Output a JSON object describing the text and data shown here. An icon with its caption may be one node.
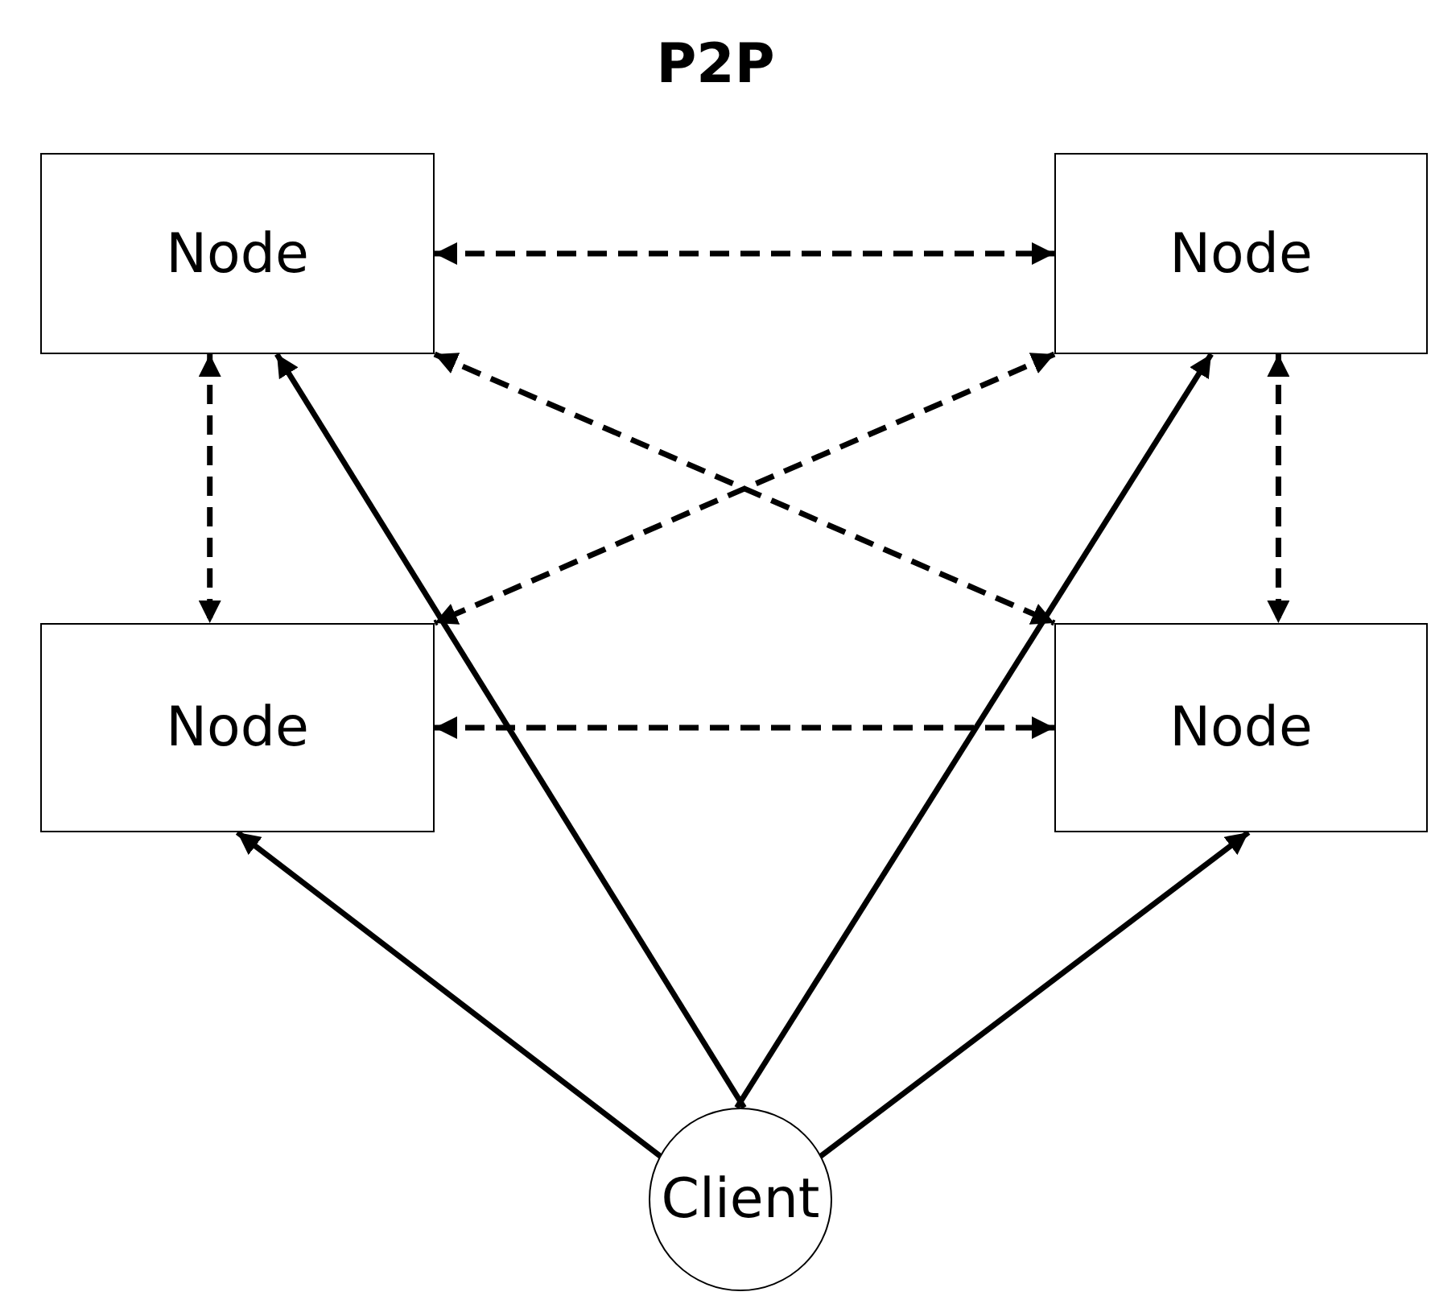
{
  "diagram": {
    "title": "P2P",
    "nodes": [
      {
        "text": [
          "Node"
        ]
      },
      {
        "text": [
          "Node"
        ]
      },
      {
        "text": [
          "Node"
        ]
      },
      {
        "text": [
          "Node"
        ]
      },
      {
        "text": [
          "Client"
        ]
      }
    ],
    "edges": [
      {
        "from": 0,
        "to": 1,
        "arrow": "both",
        "style": "dashed"
      },
      {
        "from": 0,
        "to": 2,
        "arrow": "both",
        "style": "dashed"
      },
      {
        "from": 0,
        "to": 3,
        "arrow": "both",
        "style": "dashed"
      },
      {
        "from": 1,
        "to": 2,
        "arrow": "both",
        "style": "dashed"
      },
      {
        "from": 1,
        "to": 3,
        "arrow": "both",
        "style": "dashed"
      },
      {
        "from": 2,
        "to": 3,
        "arrow": "both",
        "style": "dashed"
      },
      {
        "from": 4,
        "to": 0,
        "arrow": "to"
      },
      {
        "from": 4,
        "to": 1,
        "arrow": "to"
      },
      {
        "from": 4,
        "to": 2,
        "arrow": "to"
      },
      {
        "from": 4,
        "to": 3,
        "arrow": "to"
      }
    ]
  }
}
